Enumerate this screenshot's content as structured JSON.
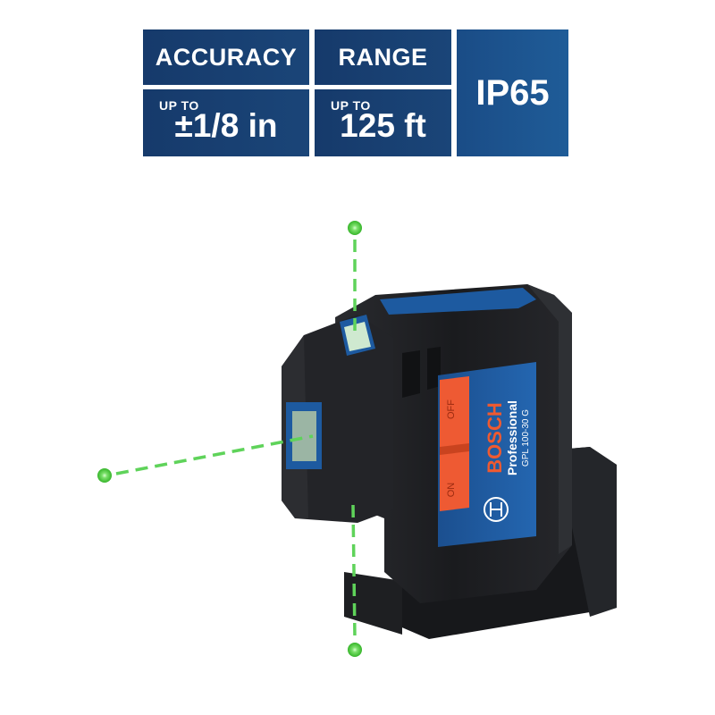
{
  "specs": {
    "accuracy": {
      "label": "ACCURACY",
      "qualifier": "UP TO",
      "value": "±1/8 in"
    },
    "range": {
      "label": "RANGE",
      "qualifier": "UP TO",
      "value": "125 ft"
    },
    "rating": {
      "label": "IP65"
    }
  },
  "product": {
    "brand": "BOSCH",
    "line": "Professional",
    "model": "GPL 100-30 G",
    "switch": {
      "off_label": "OFF",
      "on_label": "ON"
    },
    "laser_color": "#3fcf3f",
    "accent_colors": {
      "body": "#1c1d20",
      "panel": "#1d5aa0",
      "switch": "#f05a32"
    }
  }
}
